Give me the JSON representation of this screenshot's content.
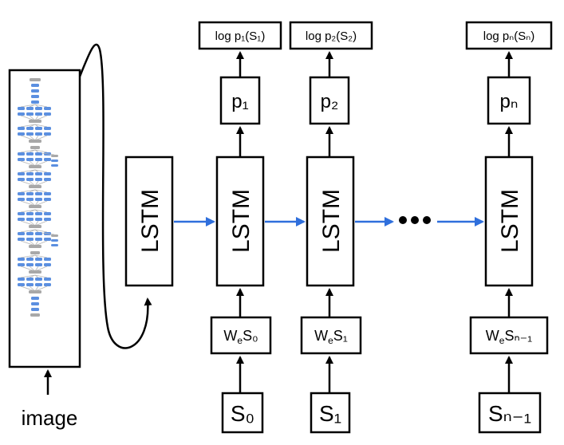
{
  "image_label": "image",
  "lstm_label": "LSTM",
  "ellipsis": "•••",
  "steps": [
    {
      "logp": "log p₁(S₁)",
      "p": "p₁",
      "embed_main": "W",
      "embed_sub": "e",
      "embed_word": "S₀",
      "word": "S₀"
    },
    {
      "logp": "log p₂(S₂)",
      "p": "p₂",
      "embed_main": "W",
      "embed_sub": "e",
      "embed_word": "S₁",
      "word": "S₁"
    },
    {
      "logp": "log pₙ(Sₙ)",
      "p": "pₙ",
      "embed_main": "W",
      "embed_sub": "e",
      "embed_word": "Sₙ₋₁",
      "word": "Sₙ₋₁"
    }
  ],
  "colors": {
    "recurrent_arrow": "#2f6fdc",
    "network_blue": "#5b8fe0",
    "network_gray": "#a8a8a8"
  }
}
